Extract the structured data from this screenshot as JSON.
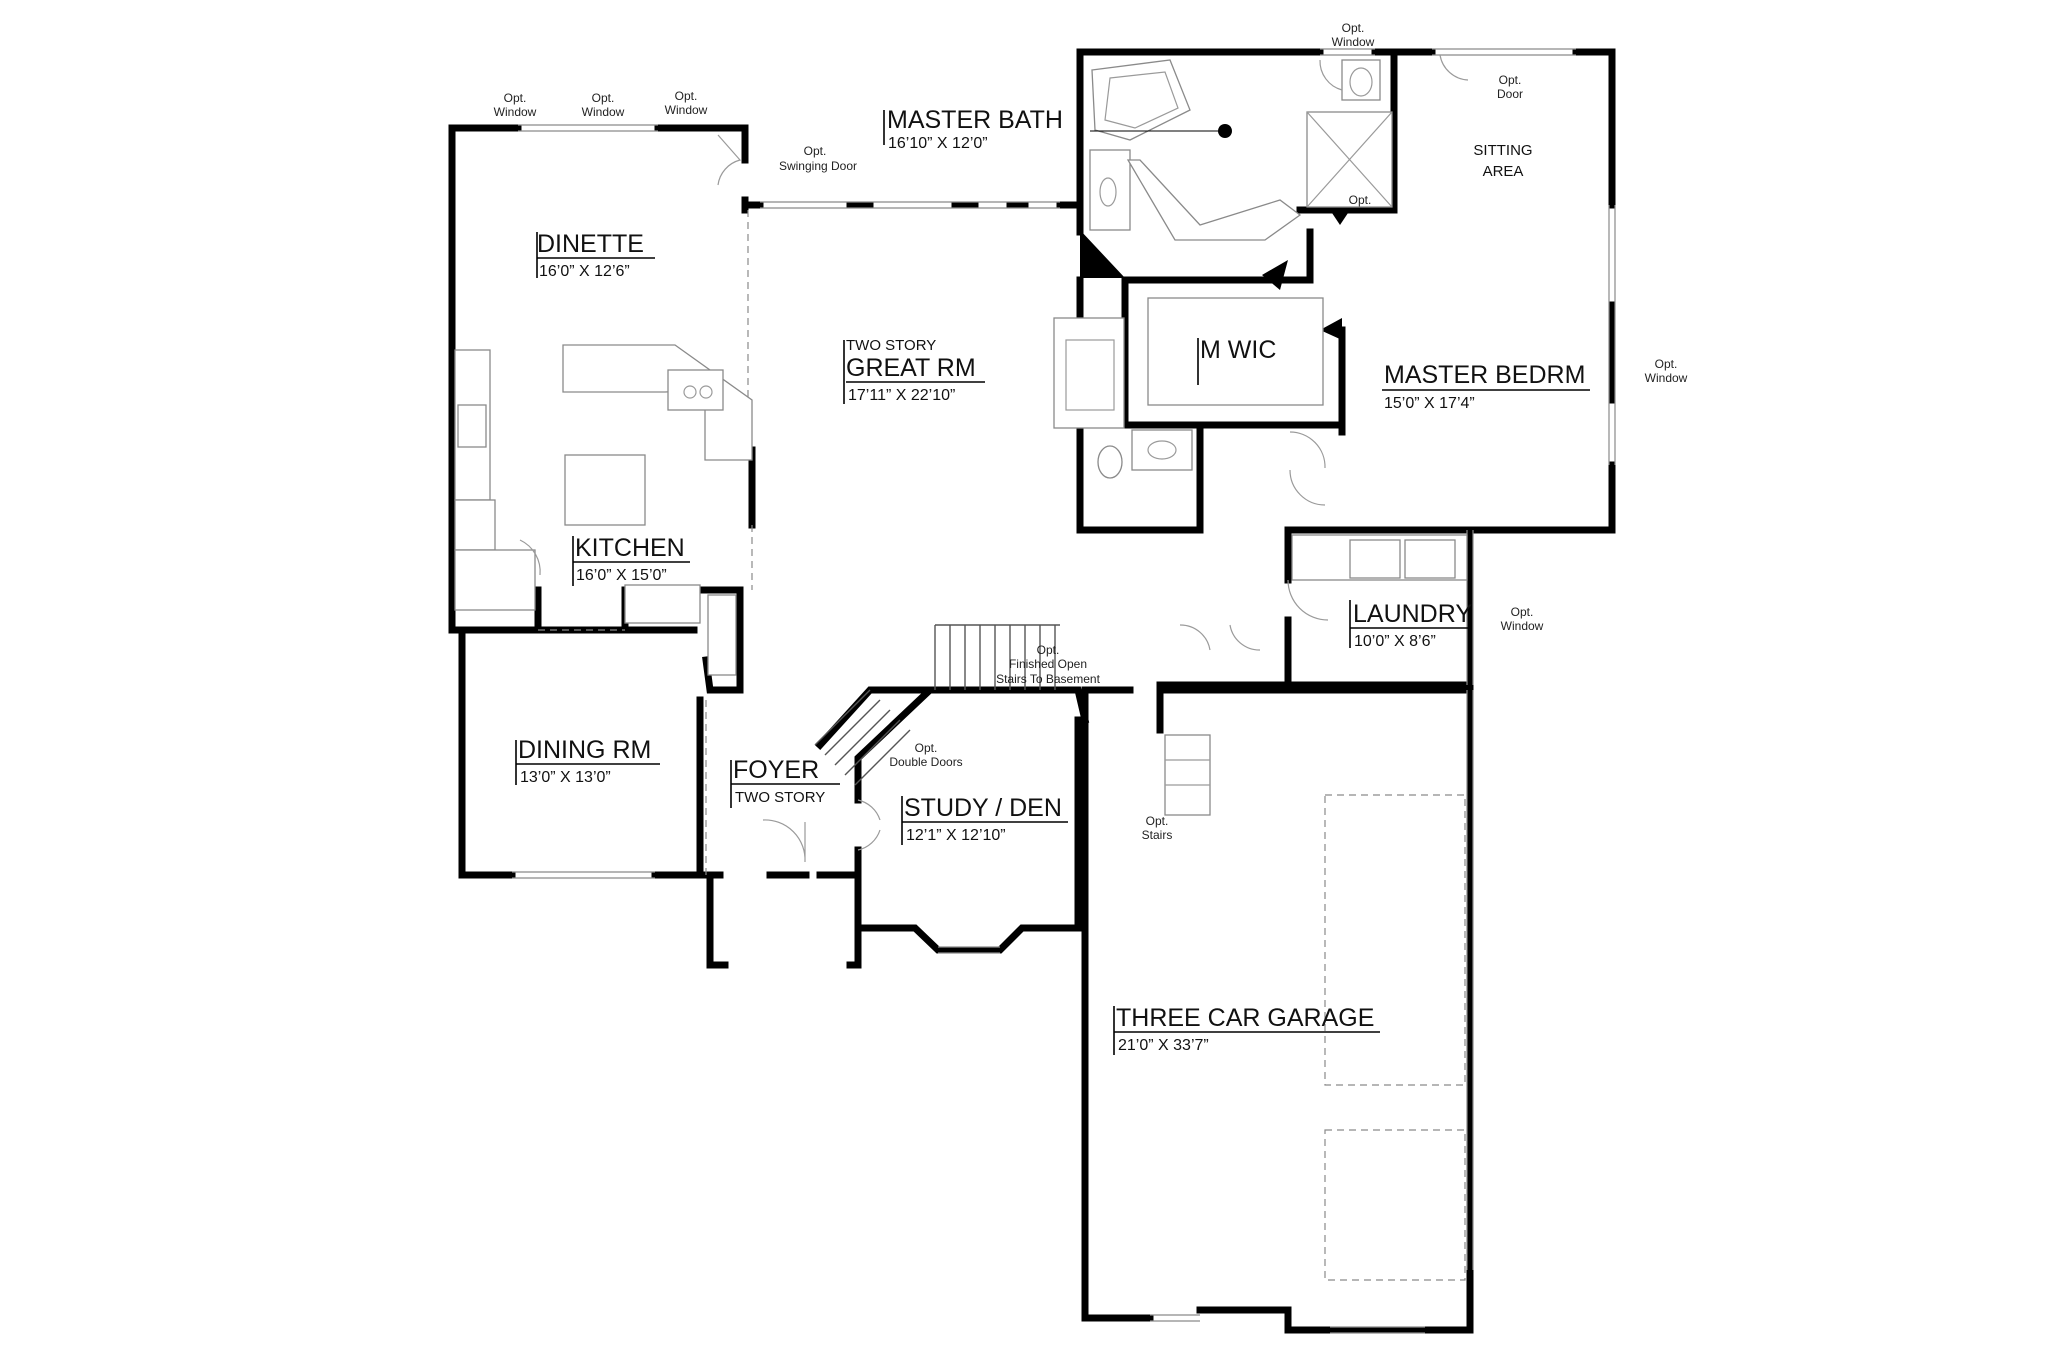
{
  "rooms": {
    "dinette": {
      "name": "DINETTE",
      "dim": "16’0” X 12’6”"
    },
    "great_rm": {
      "sub": "TWO STORY",
      "name": "GREAT RM",
      "dim": "17’11” X 22’10”"
    },
    "master_bath": {
      "name": "MASTER BATH",
      "dim": "16’10” X 12’0”"
    },
    "m_wic": {
      "name": "M WIC"
    },
    "master_bedrm": {
      "name": "MASTER BEDRM",
      "dim": "15’0” X 17’4”"
    },
    "sitting_area": {
      "line1": "SITTING",
      "line2": "AREA"
    },
    "kitchen": {
      "name": "KITCHEN",
      "dim": "16’0” X 15’0”"
    },
    "laundry": {
      "name": "LAUNDRY",
      "dim": "10’0” X 8’6”"
    },
    "dining_rm": {
      "name": "DINING RM",
      "dim": "13’0” X 13’0”"
    },
    "foyer": {
      "name": "FOYER",
      "sub": "TWO STORY"
    },
    "study_den": {
      "name": "STUDY / DEN",
      "dim": "12’1” X 12’10”"
    },
    "garage": {
      "name": "THREE CAR GARAGE",
      "dim": "21’0” X 33’7”"
    }
  },
  "notes": {
    "opt": "Opt.",
    "window": "Window",
    "swinging_door": "Swinging Door",
    "door": "Door",
    "double_doors": "Double Doors",
    "stairs": "Stairs",
    "finished_open": "Finished Open",
    "stairs_to_basement": "Stairs To Basement"
  }
}
